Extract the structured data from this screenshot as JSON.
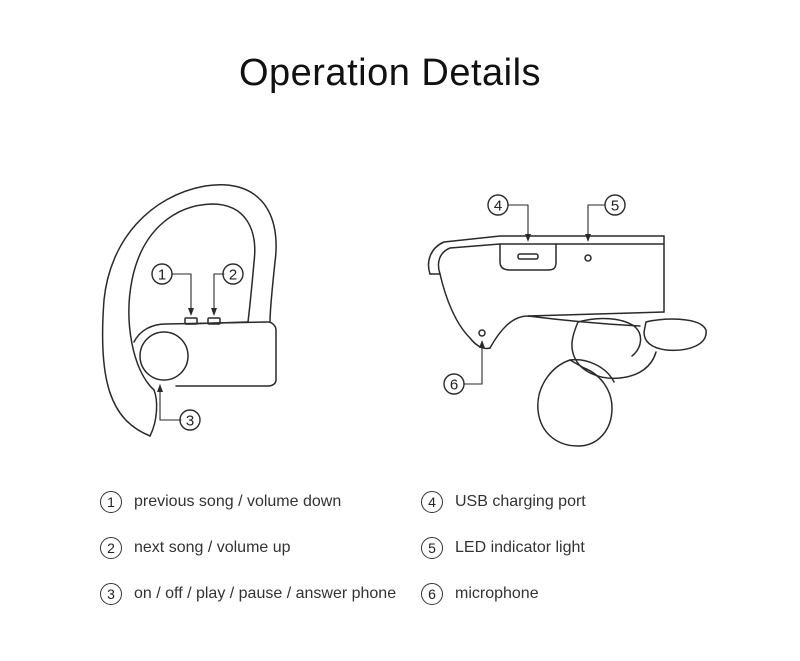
{
  "title": "Operation Details",
  "callouts": {
    "c1": "1",
    "c2": "2",
    "c3": "3",
    "c4": "4",
    "c5": "5",
    "c6": "6"
  },
  "legend": [
    {
      "num": "1",
      "text": "previous song / volume down"
    },
    {
      "num": "2",
      "text": "next song / volume up"
    },
    {
      "num": "3",
      "text": "on / off / play / pause / answer phone"
    },
    {
      "num": "4",
      "text": "USB charging port"
    },
    {
      "num": "5",
      "text": "LED indicator light"
    },
    {
      "num": "6",
      "text": "microphone"
    }
  ]
}
